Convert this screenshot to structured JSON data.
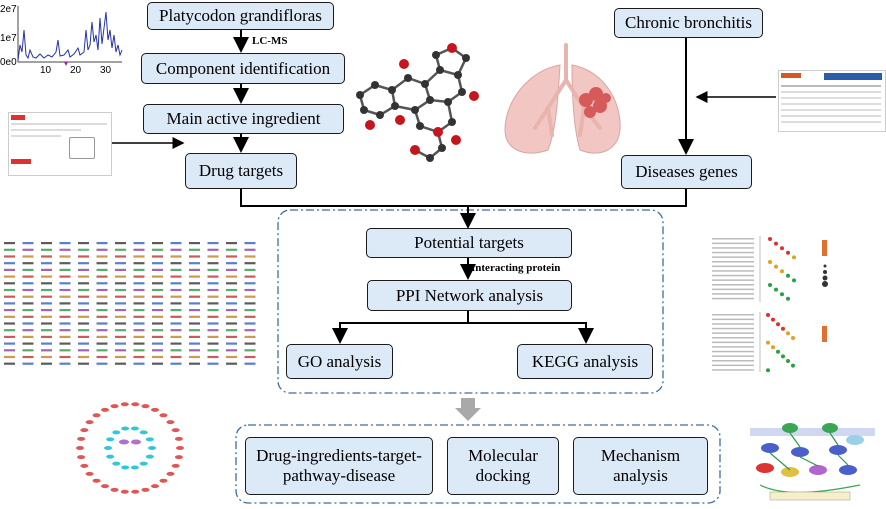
{
  "nodes": {
    "platycodon": "Platycodon grandifloras",
    "component": "Component identification",
    "main_active": "Main active ingredient",
    "drug_targets": "Drug targets",
    "chronic": "Chronic bronchitis",
    "disease_genes": "Diseases genes",
    "potential": "Potential targets",
    "ppi": "PPI Network analysis",
    "go": "GO analysis",
    "kegg": "KEGG analysis",
    "dit": "Drug-ingredients-target-\npathway-disease",
    "docking": "Molecular\ndocking",
    "mechanism": "Mechanism\nanalysis"
  },
  "edge_labels": {
    "lcms": "LC-MS",
    "interacting": "Interacting protein"
  },
  "chromatogram": {
    "y_ticks": [
      "2e7",
      "1e7",
      "0e0"
    ],
    "x_ticks": [
      "10",
      "20",
      "30"
    ]
  },
  "colors": {
    "box_fill": "#dce9f7",
    "box_border": "#1b1b1b",
    "dash": "#3a6ea5",
    "arrow_gray": "#a9a9a9"
  }
}
